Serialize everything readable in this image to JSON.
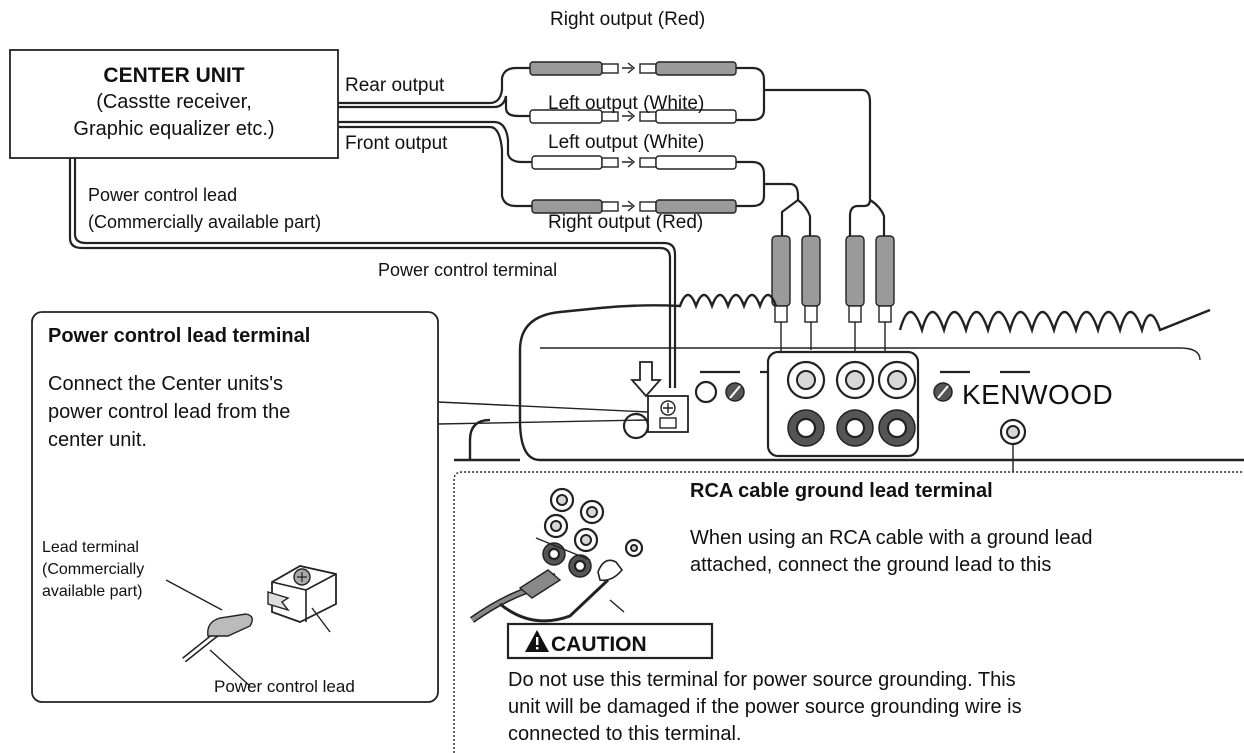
{
  "center_unit": {
    "title": "CENTER UNIT",
    "line1": "(Casstte receiver,",
    "line2": "Graphic equalizer etc.)"
  },
  "outputs": {
    "rear": "Rear output",
    "front": "Front output",
    "rear_right": "Right output (Red)",
    "rear_left": "Left output (White)",
    "front_left": "Left output (White)",
    "front_right": "Right output (Red)"
  },
  "power_lead": {
    "line1": "Power control lead",
    "line2": "(Commercially available part)",
    "terminal": "Power control terminal"
  },
  "amp": {
    "brand": "KENWOOD"
  },
  "power_terminal_panel": {
    "title": "Power control lead terminal",
    "desc1": "Connect the Center units's",
    "desc2": "power control lead from the",
    "desc3": "center unit.",
    "lead_terminal1": "Lead terminal",
    "lead_terminal2": "(Commercially",
    "lead_terminal3": "available part)",
    "lead_label": "Power control lead"
  },
  "rca_panel": {
    "title": "RCA cable ground lead terminal",
    "desc1": "When using an RCA cable with a ground lead",
    "desc2": "attached, connect the ground lead to this",
    "caution_label": "CAUTION",
    "caution1": "Do not use this terminal for power source grounding. This",
    "caution2": "unit will be damaged if the power source grounding wire is",
    "caution3": "connected to this terminal."
  }
}
